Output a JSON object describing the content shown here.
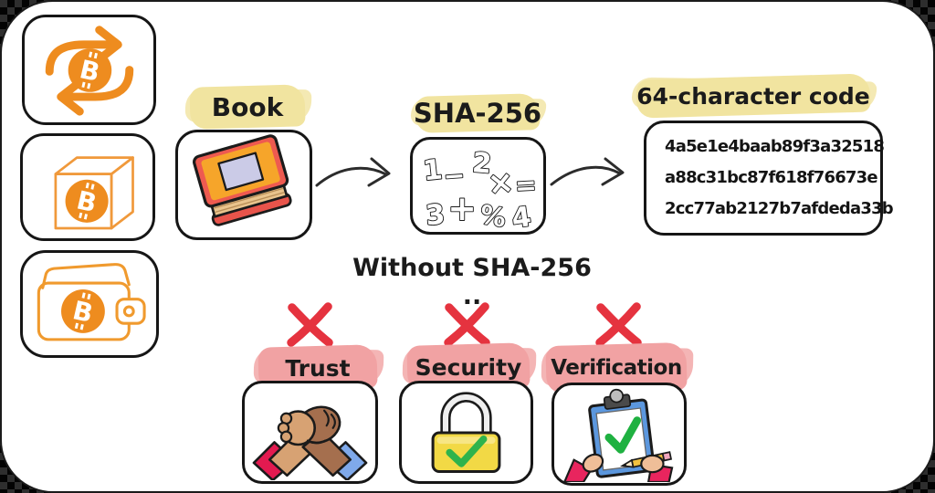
{
  "palette": {
    "bitcoin_orange": "#EE8C1F",
    "outline_orange": "#F0993B",
    "highlight_yellow": "#F1E4A0",
    "highlight_pink": "#F1A2A3",
    "cross_red": "#E5333F",
    "check_green": "#2FB34C",
    "ink": "#1B1B1B"
  },
  "left_panel": {
    "items": [
      {
        "icon": "bitcoin-exchange-icon"
      },
      {
        "icon": "bitcoin-block-icon"
      },
      {
        "icon": "bitcoin-wallet-icon"
      }
    ]
  },
  "flow": {
    "book": {
      "label": "Book",
      "icon": "book-icon"
    },
    "arrow_icon": "curved-arrow-icon",
    "sha": {
      "label": "SHA-256",
      "icon": "math-symbols-icon",
      "symbols": [
        "1",
        "−",
        "2",
        "×",
        "=",
        "3",
        "+",
        "%",
        "4"
      ]
    },
    "code": {
      "label": "64-character code",
      "lines": [
        "4a5e1e4baab89f3a32518",
        "a88c31bc87f618f76673e",
        "2cc77ab2127b7afdeda33b"
      ]
    }
  },
  "without_section": {
    "heading": "Without SHA-256 ..",
    "cross_icon": "red-cross-icon",
    "items": [
      {
        "label": "Trust",
        "icon": "handshake-icon"
      },
      {
        "label": "Security",
        "icon": "padlock-check-icon"
      },
      {
        "label": "Verification",
        "icon": "clipboard-check-icon"
      }
    ]
  }
}
